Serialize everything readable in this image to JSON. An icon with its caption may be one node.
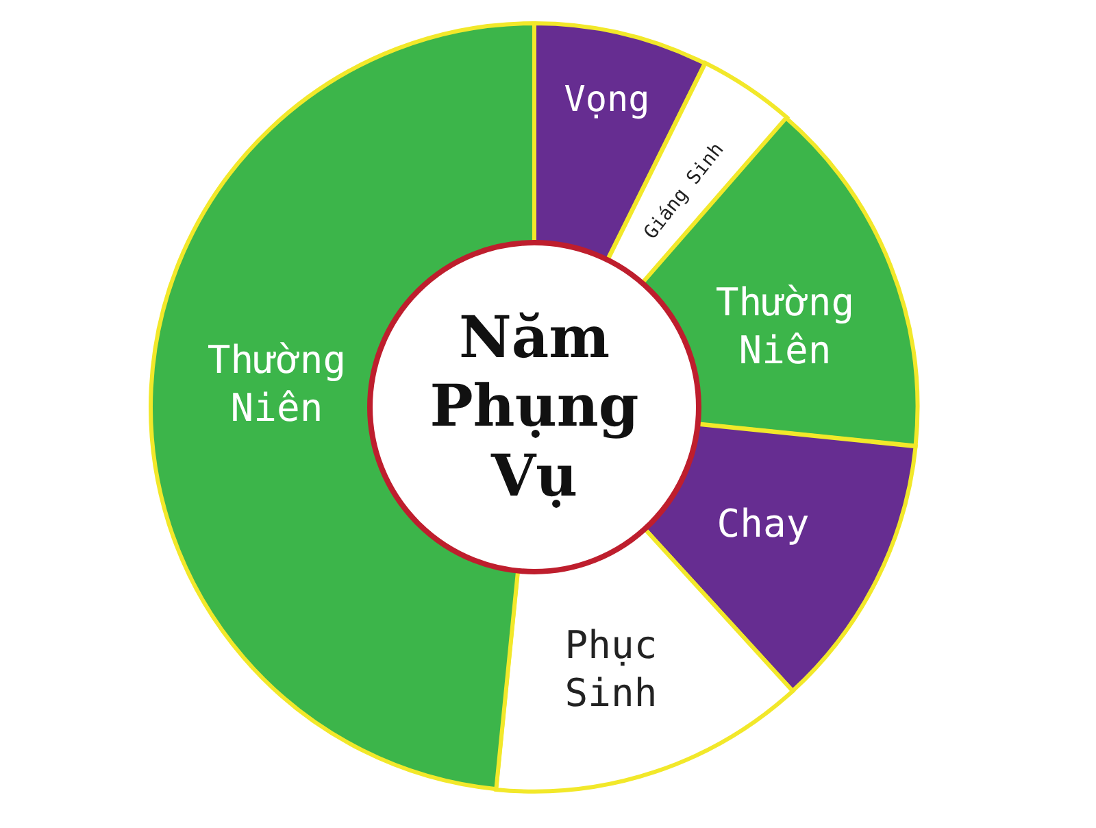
{
  "diagram": {
    "nodes": [
      {
        "text": [
          "Năm Phụng Vụ"
        ]
      },
      {
        "text": [
          "Vọng"
        ]
      },
      {
        "text": [
          "Giáng Sinh"
        ]
      },
      {
        "text": [
          "Thường Niên"
        ]
      },
      {
        "text": [
          "Chay"
        ]
      },
      {
        "text": [
          "Phục Sinh"
        ]
      },
      {
        "text": [
          "Thường Niên"
        ]
      }
    ]
  }
}
